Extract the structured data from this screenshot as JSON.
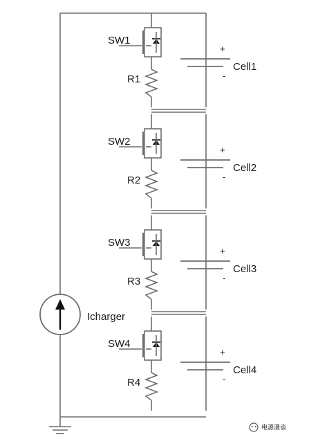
{
  "diagram": {
    "stages": [
      {
        "switch_label": "SW1",
        "resistor_label": "R1",
        "cell_label": "Cell1",
        "plus": "+",
        "minus": "-"
      },
      {
        "switch_label": "SW2",
        "resistor_label": "R2",
        "cell_label": "Cell2",
        "plus": "+",
        "minus": "-"
      },
      {
        "switch_label": "SW3",
        "resistor_label": "R3",
        "cell_label": "Cell3",
        "plus": "+",
        "minus": "-"
      },
      {
        "switch_label": "SW4",
        "resistor_label": "R4",
        "cell_label": "Cell4",
        "plus": "+",
        "minus": "-"
      }
    ],
    "source_label": "Icharger",
    "watermark": "电源漫谈",
    "colors": {
      "wire": "#6e6e6e",
      "text": "#1a1a1a",
      "background": "#ffffff"
    }
  }
}
